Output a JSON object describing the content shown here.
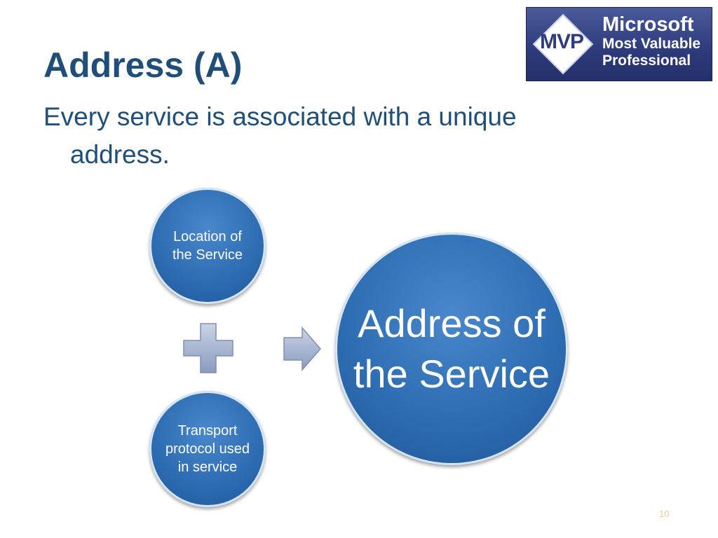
{
  "slide": {
    "title": "Address (A)",
    "bullet_line1": "Every service is associated with a unique",
    "bullet_line2": "address.",
    "page_number": "10"
  },
  "logo": {
    "mvp": "MVP",
    "line1": "Microsoft",
    "line2": "Most Valuable",
    "line3": "Professional"
  },
  "diagram": {
    "input1": "Location of the Service",
    "input2": "Transport protocol used in service",
    "result": "Address of the Service"
  },
  "icons": {
    "plus": "plus-icon",
    "arrow": "arrow-right-icon"
  },
  "colors": {
    "title": "#1f4e79",
    "circle": "#2e6db3",
    "logo_bg": "#2f3c7e"
  }
}
